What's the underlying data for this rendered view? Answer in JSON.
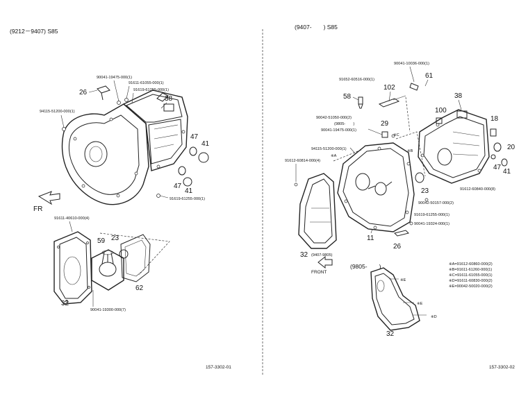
{
  "left_panel": {
    "header": "(9212－9407) S85",
    "direction_label": "FR",
    "footer_code": "157-3302-01",
    "callouts": {
      "c26": "26",
      "c38": "38",
      "c47a": "47",
      "c41a": "41",
      "c47b": "47",
      "c41b": "41",
      "c59": "59",
      "c23": "23",
      "c62": "62",
      "c32": "32"
    },
    "part_labels": {
      "p1": "90041-19475-000(1)",
      "p2": "91611-61055-000(1)",
      "p3": "91619-61255-000(1)",
      "p4": "94115-51200-000(1)",
      "p5": "91619-61255-000(1)",
      "p6": "91611-40610-000(4)",
      "p7": "90041-19300-000(7)"
    }
  },
  "right_panel": {
    "header": "(9407-　　) S85",
    "sub_header": "(9805-　　)",
    "front_label": "FRONT",
    "footer_code": "157-3302-02",
    "callouts": {
      "c61": "61",
      "c102": "102",
      "c58": "58",
      "c38": "38",
      "c100": "100",
      "c29": "29",
      "c18": "18",
      "c20": "20",
      "c47": "47",
      "c41": "41",
      "c23": "23",
      "c11": "11",
      "c26": "26",
      "c32a": "32",
      "c32b": "32"
    },
    "part_labels": {
      "p1": "90041-10036-000(1)",
      "p2": "91652-60516-000(1)",
      "p3": "90042-51050-000(2)",
      "p3b": "(9805-　　)",
      "p4": "90041-19475-000(1)",
      "p5": "94115-51200-000(1)",
      "p6": "91612-60814-000(4)",
      "p7": "91612-60840-000(8)",
      "p8": "90042-50157-000(2)",
      "p9": "91619-61255-000(1)",
      "p10": "90041-19324-000(1)",
      "p11": "(9407-9805)"
    },
    "markers": {
      "a": "※A",
      "b": "※B",
      "c": "※C",
      "d": "※D",
      "e": "※E"
    },
    "legend": [
      "※A=91612-60860-000(2)",
      "※B=91611-61260-000(1)",
      "※C=91611-61055-000(1)",
      "※D=91611-60830-000(2)",
      "※E=90042-50020-000(2)"
    ]
  }
}
